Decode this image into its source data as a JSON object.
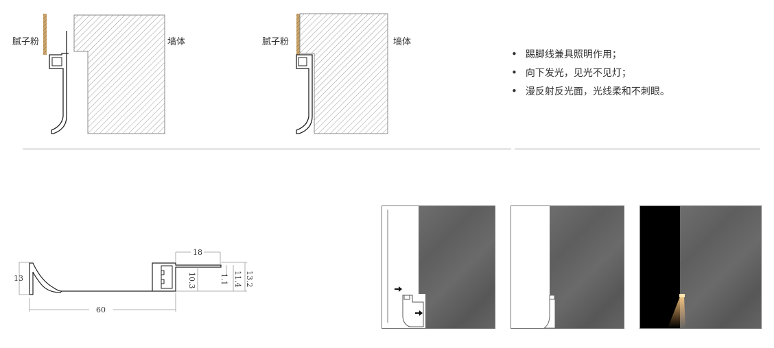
{
  "diagram1": {
    "putty_label": "腻子粉",
    "wall_label": "墙体"
  },
  "diagram2": {
    "putty_label": "腻子粉",
    "wall_label": "墙体"
  },
  "features": [
    "踢脚线兼具照明作用；",
    "向下发光，见光不见灯；",
    "漫反射反光面，光线柔和不刺眼。"
  ],
  "profile_dimensions": {
    "height_left": "13",
    "width_total": "60",
    "top_flange": "18",
    "d1": "10.3",
    "d2": "1.1",
    "d3": "11.4",
    "d4": "13.2"
  }
}
